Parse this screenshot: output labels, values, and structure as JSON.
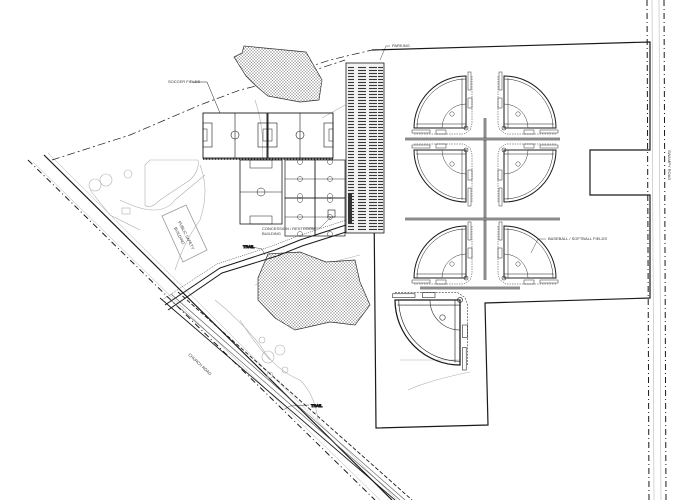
{
  "drawing": {
    "type": "site plan",
    "colors": {
      "ink": "#1a1a1a",
      "light_ink": "#9a9a9a",
      "hatch": "#555555",
      "background": "#ffffff"
    }
  },
  "labels": {
    "soccer_fields": "SOCCER FIELDS",
    "parking": "PARKING",
    "concession": "CONCESSION / RESTROOM",
    "concession_line2": "BUILDING",
    "public_safety": "PUBLIC SAFETY",
    "public_safety_line2": "BUILDING",
    "baseball": "BASEBALL / SOFTBALL FIELDS",
    "trail_upper": "TRAIL",
    "trail_lower": "TRAIL",
    "road_left": "CHURCH ROAD",
    "road_right": "SWAMPY ROAD"
  },
  "features": {
    "soccer_fields_count": 2,
    "small_soccer_fields_count": 6,
    "large_soccer_field_count": 1,
    "baseball_fields_count": 7,
    "wetland_areas_count": 2
  }
}
